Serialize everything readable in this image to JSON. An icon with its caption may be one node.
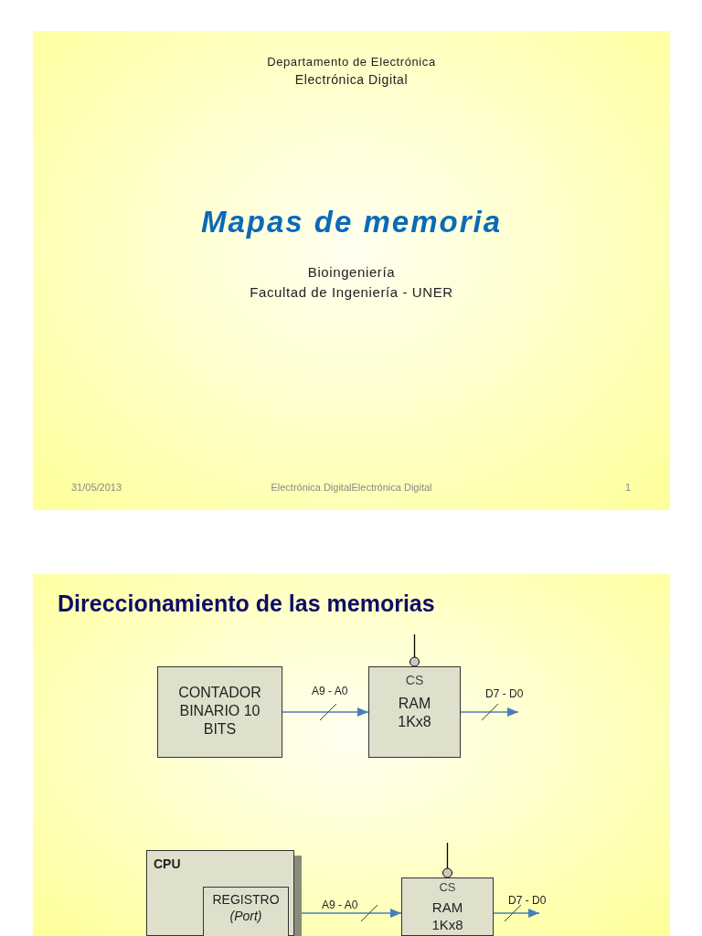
{
  "diagram": {
    "nodes": [
      {
        "text": [
          "CONTADOR BINARIO 10 BITS"
        ]
      },
      {
        "text": [
          "CS",
          "RAM 1Kx8"
        ]
      },
      {
        "text": [
          "CPU"
        ]
      },
      {
        "text": [
          "REGISTRO *(Port)*"
        ],
        "in": 2
      },
      {
        "text": [
          "CS",
          "RAM 1Kx8"
        ]
      }
    ],
    "edges": [
      {
        "from": 0,
        "to": 1,
        "arrow": "to",
        "label": "A9 - A0"
      },
      {
        "from": null,
        "to": 1,
        "arrow": "other",
        "color": "#000000"
      },
      {
        "from": 1,
        "to": null,
        "arrow": "to",
        "label": "D7 - D0"
      },
      {
        "from": 3,
        "to": 4,
        "arrow": "to",
        "label": "A9 - A0"
      },
      {
        "from": null,
        "to": 4,
        "arrow": "other",
        "color": "#000000"
      },
      {
        "from": 4,
        "to": null,
        "arrow": "to",
        "label": "D7 - D0"
      }
    ],
    "labels": [
      "Departamento de Electrónica",
      "Electrónica Digital",
      "Mapas de memoria",
      "Bioingeniería",
      "Facultad de Ingeniería - UNER",
      "31/05/2013",
      "Electrónica DigitalElectrónica Digital",
      "1",
      "Direccionamiento de las memorias"
    ]
  }
}
